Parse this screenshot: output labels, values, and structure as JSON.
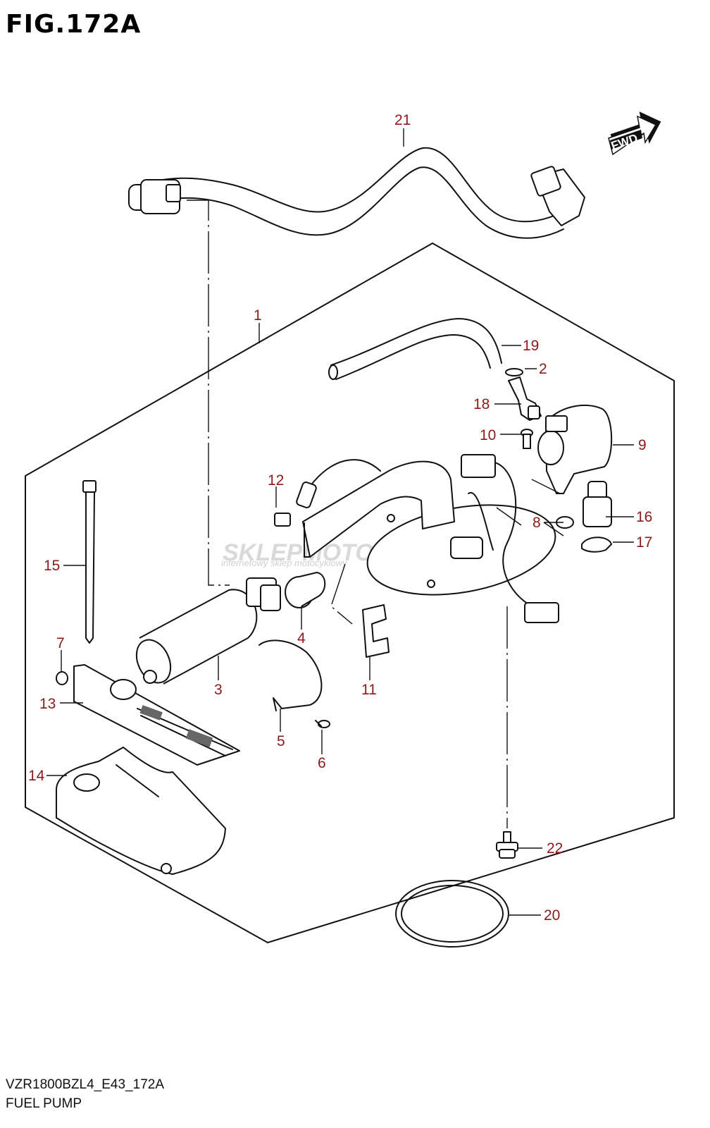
{
  "figure": {
    "title": "FIG.172A"
  },
  "footer": {
    "code": "VZR1800BZL4_E43_172A",
    "name": "FUEL PUMP"
  },
  "direction": {
    "label": "FWD"
  },
  "watermark": {
    "brand": "SKLEPMOTO24",
    "tagline": "internetowy sklep motocyklowy"
  },
  "parts": {
    "p1": "1",
    "p2": "2",
    "p3": "3",
    "p4": "4",
    "p5": "5",
    "p6": "6",
    "p7": "7",
    "p8": "8",
    "p9": "9",
    "p10": "10",
    "p11": "11",
    "p12": "12",
    "p13": "13",
    "p14": "14",
    "p15": "15",
    "p16": "16",
    "p17": "17",
    "p18": "18",
    "p19": "19",
    "p20": "20",
    "p21": "21",
    "p22": "22"
  },
  "colors": {
    "callout": "#8b1a1a",
    "line": "#111111",
    "watermark": "#d9d9d9"
  }
}
